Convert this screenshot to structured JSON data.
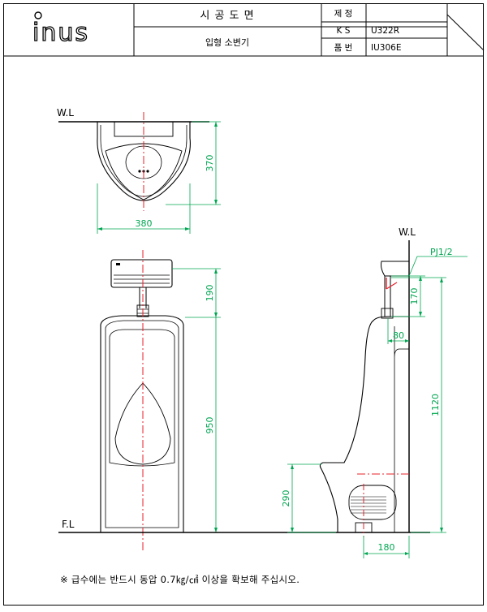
{
  "brand": {
    "logo_text": "inus"
  },
  "title_block": {
    "title": "시 공 도 면",
    "subtitle": "입형 소변기",
    "labels": {
      "jeje": "제 정",
      "ks": "K S",
      "pumbeon": "품 번"
    },
    "values": {
      "jeje": "",
      "ks": "U322R",
      "pumbeon": "IU306E"
    }
  },
  "drawing": {
    "reference_labels": {
      "wall_line_top": "W.L",
      "wall_line_side": "W.L",
      "floor_line": "F.L"
    },
    "pipe_label": "PJ1/2",
    "dimensions": {
      "top_depth": "370",
      "top_width": "380",
      "front_valve_height": "190",
      "front_body_height": "950",
      "side_valve_height": "170",
      "side_offset": "80",
      "side_total_height": "1120",
      "side_drain_height": "290",
      "side_drain_offset": "180"
    },
    "colors": {
      "dimension": "#00a651",
      "centerline": "#e8202a",
      "outline": "#000000"
    }
  },
  "note": "※  급수에는 반드시 동압 0.7㎏/㎠ 이상을 확보해 주십시오."
}
